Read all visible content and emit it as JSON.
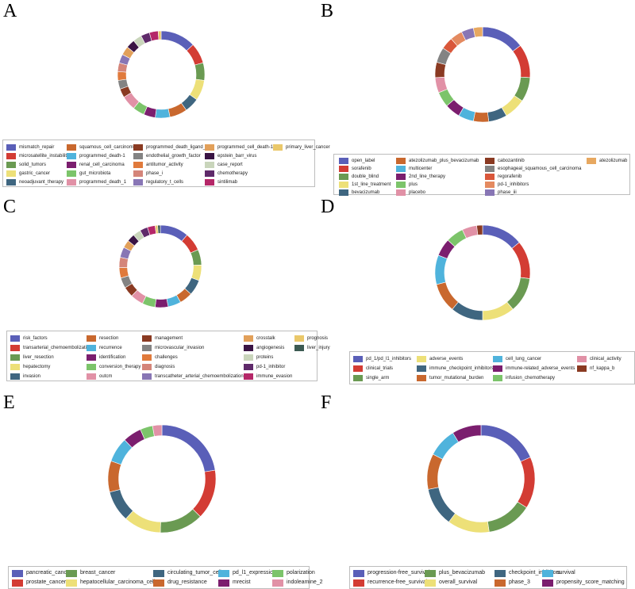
{
  "panels": [
    {
      "letter": "A"
    },
    {
      "letter": "B"
    },
    {
      "letter": "C"
    },
    {
      "letter": "D"
    },
    {
      "letter": "E"
    },
    {
      "letter": "F"
    }
  ],
  "chart_data": [
    {
      "type": "pie",
      "panel": "A",
      "title": "",
      "labels": [
        "mismatch_repair",
        "microsatellite_instability",
        "solid_tumors",
        "gastric_cancer",
        "neoadjuvant_therapy",
        "squamous_cell_carcinoma",
        "programmed_death-1",
        "renal_cell_carcinoma",
        "gut_microbiota",
        "programmed_death_1",
        "programmed_death_ligand_1",
        "endothelial_growth_factor",
        "antitumor_activity",
        "phase_i",
        "regulatory_t_cells",
        "programmed_cell_death-1",
        "epstein_barr_virus",
        "case_report",
        "chemotherapy",
        "sintilimab",
        "primary_liver_cancer"
      ],
      "values": [
        12,
        7,
        6,
        7,
        5,
        6,
        5,
        4,
        4,
        5,
        3,
        3,
        3,
        3,
        3,
        3,
        3,
        3,
        3,
        3,
        1
      ],
      "colors": [
        "#5a5fb8",
        "#d33c34",
        "#6a9a52",
        "#ede078",
        "#3f6680",
        "#c9682e",
        "#4fb3dc",
        "#7b1e6e",
        "#7cc46a",
        "#e191a6",
        "#8a3a22",
        "#838383",
        "#e07a3c",
        "#d4857a",
        "#8876b5",
        "#e2a05a",
        "#3a1444",
        "#c9d5bb",
        "#5f2a6a",
        "#b52768",
        "#eac86a"
      ]
    },
    {
      "type": "pie",
      "panel": "B",
      "title": "",
      "labels": [
        "open_label",
        "sorafenib",
        "double_blind",
        "1st_line_treatment",
        "bevacizumab",
        "atezolizumab_plus_bevacizumab",
        "multicenter",
        "2nd_line_therapy",
        "plus",
        "placebo",
        "cabozantinib",
        "esophageal_squamous_cell_carcinoma",
        "regorafenib",
        "pd-1_inhibitors",
        "phase_iii",
        "atezolizumab"
      ],
      "values": [
        14,
        11,
        8,
        7,
        6,
        5,
        5,
        5,
        5,
        5,
        5,
        5,
        4,
        4,
        4,
        3
      ],
      "colors": [
        "#5a5fb8",
        "#d33c34",
        "#6a9a52",
        "#ede078",
        "#3f6680",
        "#c9682e",
        "#4fb3dc",
        "#7b1e6e",
        "#7cc46a",
        "#e191a6",
        "#8a3a22",
        "#838383",
        "#d9573a",
        "#e48a60",
        "#8876b5",
        "#e7a860"
      ]
    },
    {
      "type": "pie",
      "panel": "C",
      "title": "",
      "labels": [
        "risk_factors",
        "transarterial_chemoembolization",
        "liver_resection",
        "hepatectomy",
        "invasion",
        "resection",
        "recurrence",
        "identification",
        "conversion_therapy",
        "outcm",
        "management",
        "microvascular_invasion",
        "challenges",
        "diagnosis",
        "transcatheter_arterial_chemoembolization",
        "crosstalk",
        "angiogenesis",
        "proteins",
        "pd-1_inhibitor",
        "immune_evasion",
        "prognosis",
        "liver_injury"
      ],
      "values": [
        11,
        7,
        6,
        6,
        6,
        5,
        5,
        5,
        5,
        5,
        4,
        4,
        4,
        4,
        4,
        3,
        3,
        3,
        3,
        3,
        1,
        1
      ],
      "colors": [
        "#5a5fb8",
        "#d33c34",
        "#6a9a52",
        "#ede078",
        "#3f6680",
        "#c9682e",
        "#4fb3dc",
        "#7b1e6e",
        "#7cc46a",
        "#e191a6",
        "#8a3a22",
        "#838383",
        "#e07a3c",
        "#d4857a",
        "#8876b5",
        "#e2a05a",
        "#3a1444",
        "#c9d5bb",
        "#5f2a6a",
        "#b52768",
        "#eac86a",
        "#3c5a52"
      ]
    },
    {
      "type": "pie",
      "panel": "D",
      "title": "",
      "labels": [
        "pd_1/pd_l1_inhibitors",
        "clinical_trials",
        "single_arm",
        "adverse_events",
        "immune_checkpoint_inhibitors",
        "tumor_mutational_burden",
        "cell_lung_cancer",
        "immune-related_adverse_events",
        "infusion_chemotherapy",
        "clinical_activity",
        "nf_kappa_b"
      ],
      "values": [
        14,
        13,
        12,
        11,
        11,
        10,
        10,
        6,
        6,
        5,
        2
      ],
      "colors": [
        "#5a5fb8",
        "#d33c34",
        "#6a9a52",
        "#ede078",
        "#3f6680",
        "#c9682e",
        "#4fb3dc",
        "#7b1e6e",
        "#7cc46a",
        "#e191a6",
        "#8a3a22"
      ]
    },
    {
      "type": "pie",
      "panel": "E",
      "title": "",
      "labels": [
        "pancreatic_cancer",
        "prostate_cancer",
        "breast_cancer",
        "hepatocellular_carcinoma_cells",
        "circulating_tumor_cells",
        "drug_resistance",
        "pd_l1_expression",
        "mrecist",
        "polarization",
        "indoleamine_2"
      ],
      "values": [
        24,
        16,
        14,
        12,
        10,
        10,
        8,
        6,
        4,
        3
      ],
      "colors": [
        "#5a5fb8",
        "#d33c34",
        "#6a9a52",
        "#ede078",
        "#3f6680",
        "#c9682e",
        "#4fb3dc",
        "#7b1e6e",
        "#7cc46a",
        "#e191a6"
      ]
    },
    {
      "type": "pie",
      "panel": "F",
      "title": "",
      "labels": [
        "progression-free_survival",
        "recurrence-free_survival",
        "plus_bevacizumab",
        "overall_survival",
        "checkpoint_inhibitors",
        "phase_3",
        "survival",
        "propensity_score_matching"
      ],
      "values": [
        19,
        16,
        14,
        13,
        12,
        11,
        9,
        9
      ],
      "colors": [
        "#5a5fb8",
        "#d33c34",
        "#6a9a52",
        "#ede078",
        "#3f6680",
        "#c9682e",
        "#4fb3dc",
        "#7b1e6e"
      ]
    }
  ]
}
